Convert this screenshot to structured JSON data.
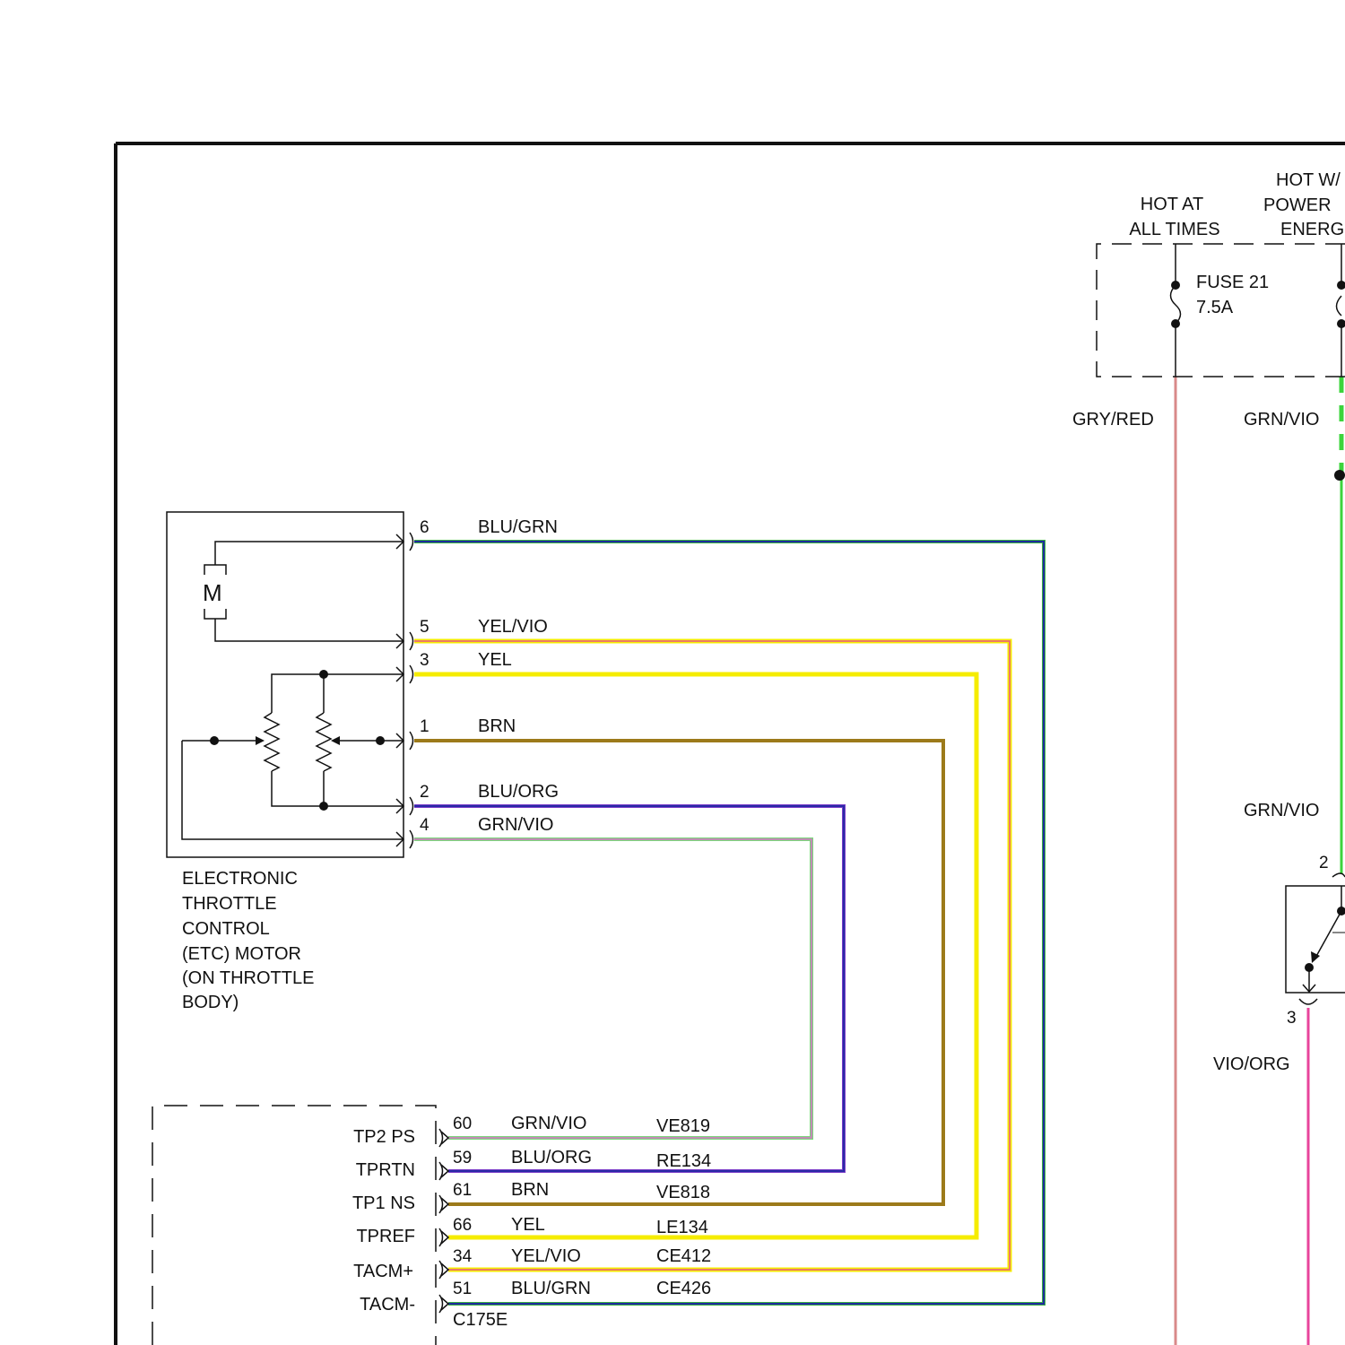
{
  "frame_title": "",
  "power": {
    "hot_at_all_times": [
      "HOT AT",
      "ALL TIMES"
    ],
    "hot_power": [
      "HOT W/",
      "POWER",
      "ENERG"
    ],
    "fuse_label": "FUSE 21",
    "fuse_rating": "7.5A"
  },
  "etc_motor": {
    "motor_symbol": "M",
    "label_lines": [
      "ELECTRONIC",
      "THROTTLE",
      "CONTROL",
      "(ETC) MOTOR",
      "(ON THROTTLE",
      "BODY)"
    ]
  },
  "motor_pins": [
    {
      "pin": "6",
      "wire": "BLU/GRN",
      "base": "#1e2a9e",
      "stripe": "#3cb043"
    },
    {
      "pin": "5",
      "wire": "YEL/VIO",
      "base": "#f5ec00",
      "stripe": "#e8548c"
    },
    {
      "pin": "3",
      "wire": "YEL",
      "base": "#f5ec00",
      "stripe": ""
    },
    {
      "pin": "1",
      "wire": "BRN",
      "base": "#9c7a1a",
      "stripe": ""
    },
    {
      "pin": "2",
      "wire": "BLU/ORG",
      "base": "#2a2aa6",
      "stripe": "#7a3cc8"
    },
    {
      "pin": "4",
      "wire": "GRN/VIO",
      "base": "#7cd67c",
      "stripe": "#d873c8"
    }
  ],
  "pcm": {
    "connector": "C175E",
    "pins": [
      {
        "name": "TP2 PS",
        "pin": "60",
        "wire": "GRN/VIO",
        "circuit": "VE819"
      },
      {
        "name": "TPRTN",
        "pin": "59",
        "wire": "BLU/ORG",
        "circuit": "RE134"
      },
      {
        "name": "TP1 NS",
        "pin": "61",
        "wire": "BRN",
        "circuit": "VE818"
      },
      {
        "name": "TPREF",
        "pin": "66",
        "wire": "YEL",
        "circuit": "LE134"
      },
      {
        "name": "TACM+",
        "pin": "34",
        "wire": "YEL/VIO",
        "circuit": "CE412"
      },
      {
        "name": "TACM-",
        "pin": "51",
        "wire": "BLU/GRN",
        "circuit": "CE426"
      }
    ]
  },
  "right_wires": {
    "gry_red": "GRY/RED",
    "grn_vio_top": "GRN/VIO",
    "grn_vio_mid": "GRN/VIO",
    "pin_2": "2",
    "pin_3": "3",
    "vio_org": "VIO/ORG"
  },
  "colors": {
    "line": "#111111",
    "gry_red": "#d98a8a",
    "grn_vio": "#3cd43c",
    "vio_org": "#e8449c"
  }
}
